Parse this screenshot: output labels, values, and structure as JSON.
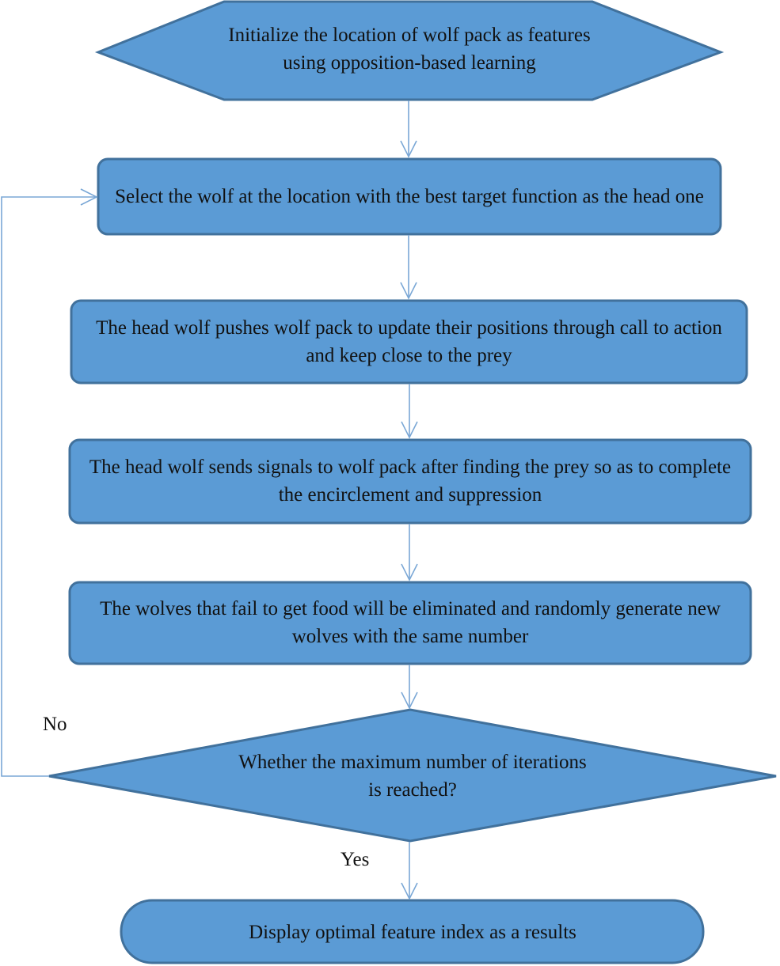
{
  "nodes": {
    "init": "Initialize the location of wolf pack as features using opposition-based learning",
    "select_head": "Select the wolf at the location with the best target function as the head one",
    "update_positions": "The head wolf pushes wolf pack to update their positions through call to action and keep close to the prey",
    "encircle": "The head wolf sends signals to wolf pack after finding the prey so as to complete the encirclement and suppression",
    "eliminate": "The wolves that fail to get food will be eliminated and randomly generate new wolves with the same number",
    "decision": "Whether the maximum number of iterations is reached?",
    "result": "Display optimal feature index as a results"
  },
  "edges": {
    "no_label": "No",
    "yes_label": "Yes"
  },
  "colors": {
    "shape_fill": "#5b9bd5",
    "shape_stroke": "#41719c",
    "connector": "#7aa7d6"
  }
}
